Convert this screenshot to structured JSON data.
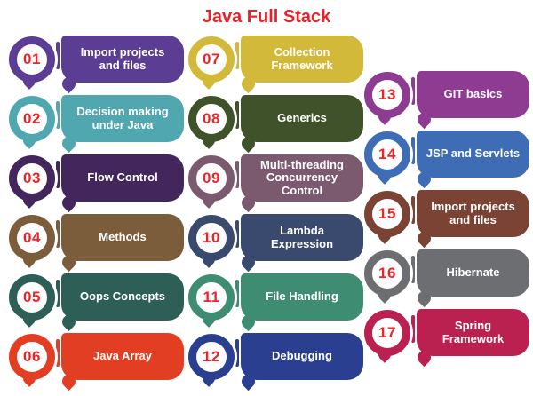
{
  "title": "Java Full Stack",
  "theme": {
    "title_color": "#ec2027",
    "number_color": "#e8262a",
    "bubble_text_color": "#ffffff",
    "background": "#ffffff"
  },
  "columns": [
    {
      "name": "left",
      "items": [
        {
          "number": "01",
          "label": "Import projects and files",
          "color": "#5b3d94"
        },
        {
          "number": "02",
          "label": "Decision making under Java",
          "color": "#50a7af"
        },
        {
          "number": "03",
          "label": "Flow Control",
          "color": "#43265c"
        },
        {
          "number": "04",
          "label": "Methods",
          "color": "#7c5d3b"
        },
        {
          "number": "05",
          "label": "Oops Concepts",
          "color": "#2d5f56"
        },
        {
          "number": "06",
          "label": "Java Array",
          "color": "#e23e23"
        }
      ]
    },
    {
      "name": "middle",
      "items": [
        {
          "number": "07",
          "label": "Collection Framework",
          "color": "#d2b93a"
        },
        {
          "number": "08",
          "label": "Generics",
          "color": "#40522a"
        },
        {
          "number": "09",
          "label": "Multi-threading Concurrency Control",
          "color": "#7b5a6f"
        },
        {
          "number": "10",
          "label": "Lambda Expression",
          "color": "#3a4a6e"
        },
        {
          "number": "11",
          "label": "File Handling",
          "color": "#3e8c72"
        },
        {
          "number": "12",
          "label": "Debugging",
          "color": "#2a3f8f"
        }
      ]
    },
    {
      "name": "right",
      "items": [
        {
          "number": "13",
          "label": "GIT basics",
          "color": "#8d3c92"
        },
        {
          "number": "14",
          "label": "JSP and Servlets",
          "color": "#3e6cb5"
        },
        {
          "number": "15",
          "label": "Import projects and files",
          "color": "#7b4334"
        },
        {
          "number": "16",
          "label": "Hibernate",
          "color": "#6d6e71"
        },
        {
          "number": "17",
          "label": "Spring Framework",
          "color": "#ba2150"
        }
      ]
    }
  ]
}
